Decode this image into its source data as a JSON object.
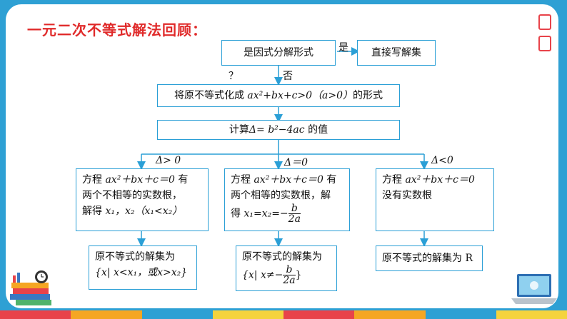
{
  "title": "一元二次不等式解法回顾：",
  "flow": {
    "factor_box": "是因式分解形式",
    "yes_label": "是",
    "direct_box": "直接写解集",
    "question_mark": "？",
    "no_label": "否",
    "convert_box": {
      "prefix": "将原不等式化成 ",
      "expr": "ax²+bx+c>0（a>0）",
      "suffix": "的形式"
    },
    "compute_box": {
      "prefix": "计算",
      "expr": "Δ= b²−4ac",
      "suffix": " 的值"
    },
    "branches": [
      {
        "condition": "Δ> 0",
        "line1_prefix": "方程 ",
        "line1_expr": "ax²＋bx＋c＝0",
        "line1_suffix": " 有",
        "line2": "两个不相等的实数根，",
        "line3_prefix": "解得 ",
        "line3_expr": "x₁，x₂（x₁<x₂）",
        "result_line1": "原不等式的解集为",
        "result_line2": "{x| x<x₁，或x>x₂}"
      },
      {
        "condition": "Δ＝0",
        "line1_prefix": "方程 ",
        "line1_expr": "ax²＋bx＋c＝0",
        "line1_suffix": " 有",
        "line2": "两个相等的实数根，解",
        "line3_prefix": "得 ",
        "line3_expr": "x₁=x₂=−",
        "frac_num": "b",
        "frac_den": "2a",
        "result_line1": "原不等式的解集为",
        "result_line2_prefix": "{x| x≠−",
        "result_frac_num": "b",
        "result_frac_den": "2a",
        "result_line2_suffix": "}"
      },
      {
        "condition": "Δ<0",
        "line1_prefix": "方程 ",
        "line1_expr": "ax²＋bx＋c＝0",
        "line2": "没有实数根",
        "result_line1": "原不等式的解集为 R"
      }
    ]
  },
  "colors": {
    "frame": "#2ea0d4",
    "title": "#e02a2a",
    "box_border": "#2a9fd6",
    "stripe": [
      "#e8434a",
      "#f5a623",
      "#2ea0d4",
      "#f5d33d"
    ]
  }
}
